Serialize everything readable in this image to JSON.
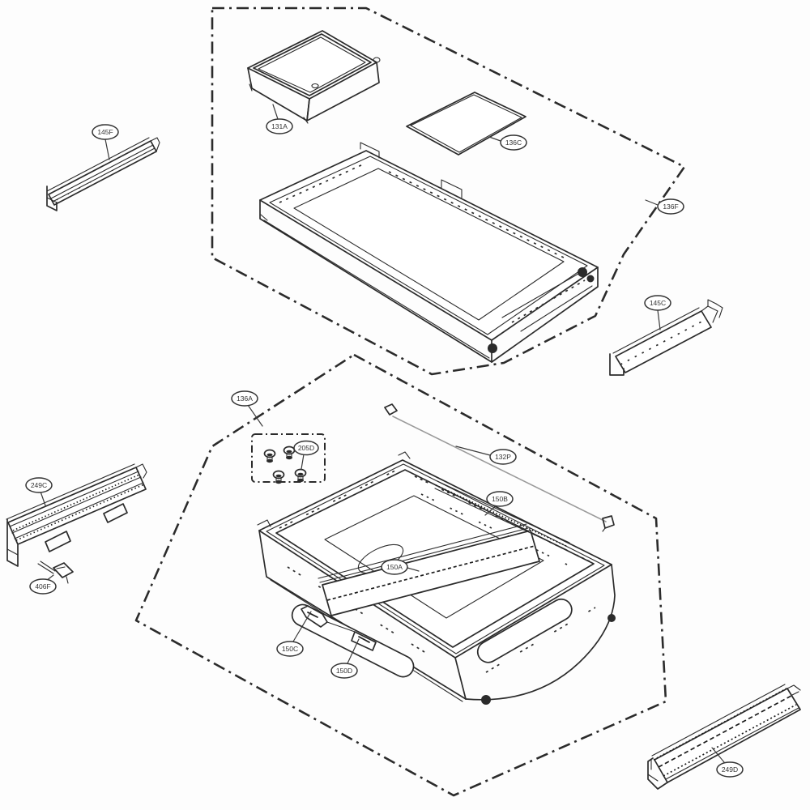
{
  "diagram": {
    "kind": "exploded-parts-diagram",
    "background": "#fdfdfd",
    "line_color": "#2b2b2b",
    "callouts": {
      "131A": "131A",
      "136C": "136C",
      "136F": "136F",
      "145F": "145F",
      "145C": "145C",
      "249C": "249C",
      "406F": "406F",
      "136A": "136A",
      "205D": "205D",
      "132P": "132P",
      "150A": "150A",
      "150B": "150B",
      "150C": "150C",
      "150D": "150D",
      "249D": "249D"
    }
  }
}
